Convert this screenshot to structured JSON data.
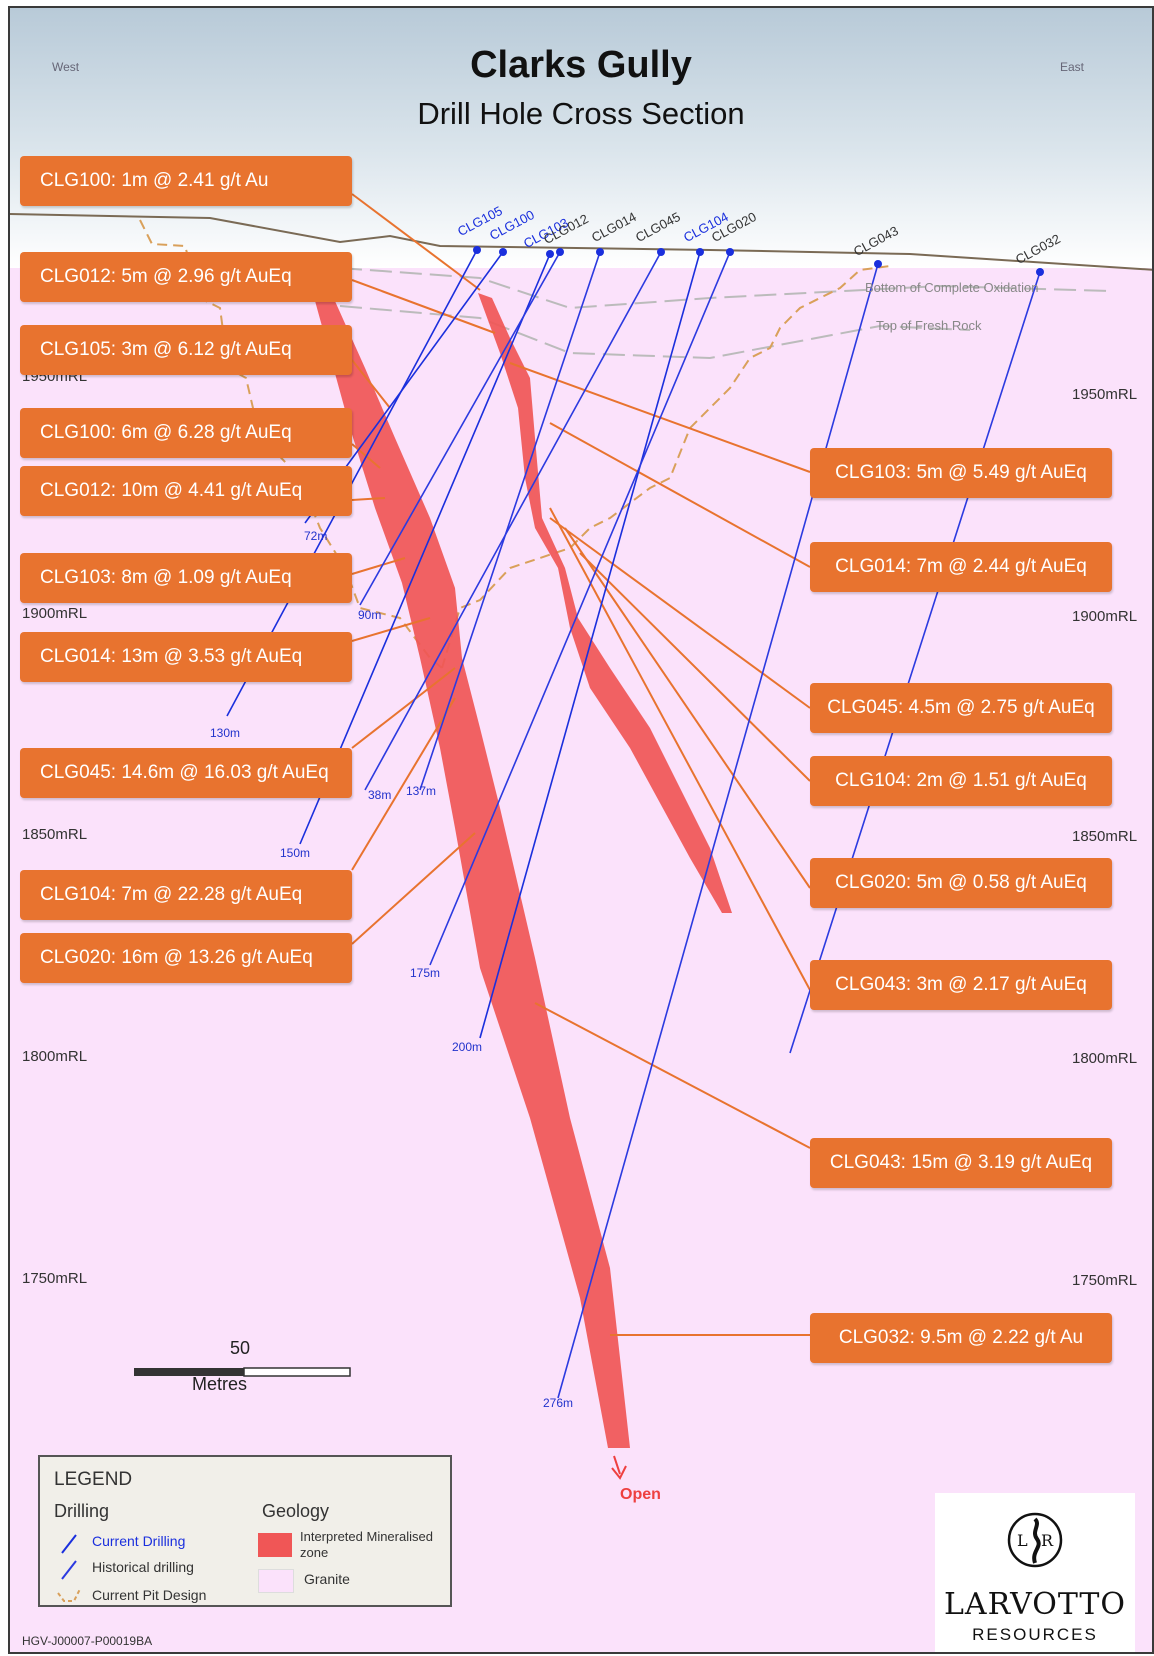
{
  "title": "Clarks Gully",
  "subtitle": "Drill Hole Cross Section",
  "compass": {
    "west": "West",
    "east": "East"
  },
  "rl_left": [
    "1950mRL",
    "1900mRL",
    "1850mRL",
    "1800mRL",
    "1750mRL"
  ],
  "rl_right": [
    "1950mRL",
    "1900mRL",
    "1850mRL",
    "1800mRL",
    "1750mRL"
  ],
  "left_callouts": [
    "CLG100: 1m @ 2.41 g/t Au",
    "CLG012: 5m @ 2.96 g/t AuEq",
    "CLG105: 3m @ 6.12 g/t AuEq",
    "CLG100: 6m @ 6.28 g/t AuEq",
    "CLG012: 10m @ 4.41 g/t AuEq",
    "CLG103: 8m @ 1.09 g/t AuEq",
    "CLG014: 13m @ 3.53 g/t AuEq",
    "CLG045: 14.6m @ 16.03 g/t AuEq",
    "CLG104: 7m @ 22.28 g/t AuEq",
    "CLG020: 16m @ 13.26 g/t AuEq"
  ],
  "right_callouts": [
    "CLG103: 5m @ 5.49 g/t AuEq",
    "CLG014: 7m @ 2.44 g/t AuEq",
    "CLG045: 4.5m @ 2.75 g/t AuEq",
    "CLG104: 2m @ 1.51 g/t AuEq",
    "CLG020: 5m @ 0.58 g/t AuEq",
    "CLG043: 3m @ 2.17 g/t AuEq",
    "CLG043: 15m @ 3.19 g/t AuEq",
    "CLG032: 9.5m @ 2.22 g/t Au"
  ],
  "holes": [
    {
      "name": "CLG105",
      "type": "current"
    },
    {
      "name": "CLG100",
      "type": "current"
    },
    {
      "name": "CLG103",
      "type": "current"
    },
    {
      "name": "CLG012",
      "type": "historical"
    },
    {
      "name": "CLG014",
      "type": "historical"
    },
    {
      "name": "CLG045",
      "type": "historical"
    },
    {
      "name": "CLG104",
      "type": "current"
    },
    {
      "name": "CLG020",
      "type": "historical"
    },
    {
      "name": "CLG043",
      "type": "historical"
    },
    {
      "name": "CLG032",
      "type": "historical"
    }
  ],
  "depths": [
    "72m",
    "90m",
    "130m",
    "38m",
    "137m",
    "150m",
    "175m",
    "200m",
    "276m"
  ],
  "geology_labels": {
    "oxidation": "Bottom of Complete Oxidation",
    "fresh_rock": "Top of Fresh Rock"
  },
  "open_label": "Open",
  "scale": {
    "value": "50",
    "unit": "Metres"
  },
  "legend": {
    "title": "LEGEND",
    "drilling_heading": "Drilling",
    "geology_heading": "Geology",
    "current": "Current Drilling",
    "historical": "Historical drilling",
    "pit": "Current Pit Design",
    "mineralised": "Interpreted Mineralised zone",
    "granite": "Granite"
  },
  "logo": {
    "name": "LARVOTTO",
    "sub": "RESOURCES"
  },
  "doc_ref": "HGV-J00007-P00019BA",
  "colors": {
    "callout": "#e8732f",
    "current_drilling": "#1a2fdd",
    "historical_drilling": "#2b3ae0",
    "mineralised": "#f05656",
    "granite": "#fbe2fb",
    "pit": "#d9a05a"
  }
}
